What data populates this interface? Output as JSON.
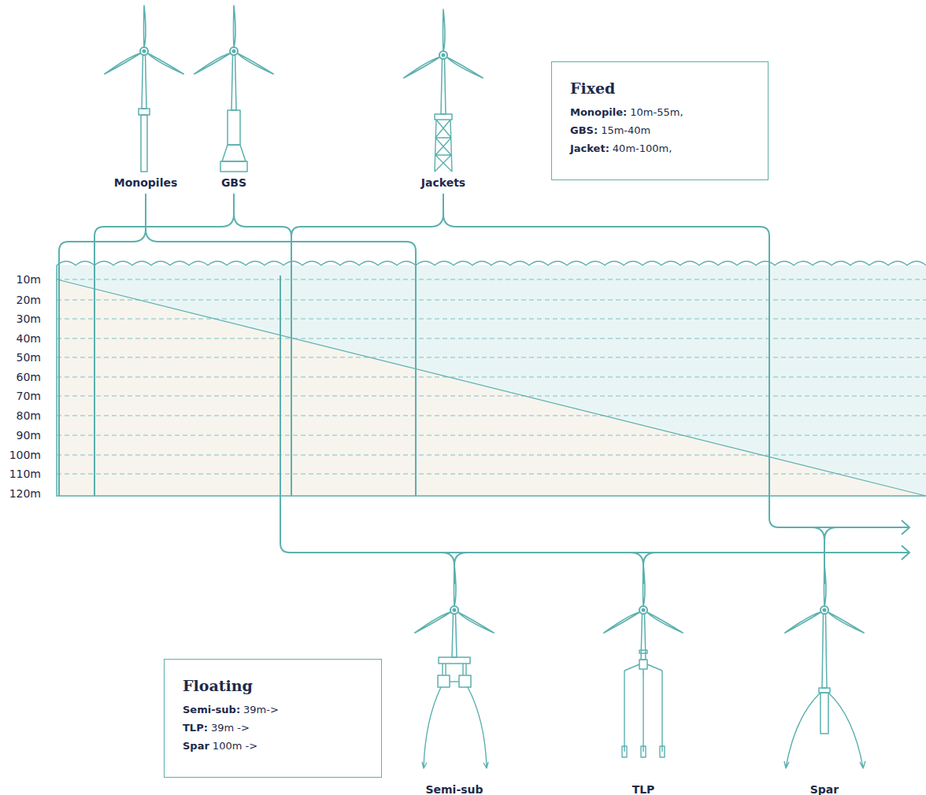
{
  "diagram": {
    "nodes": [
      {
        "text": [
          "Fixed",
          "Monopile:",
          "10m-55m,",
          "GBS:",
          "15m-40m",
          "Jacket:",
          "40m-100m,"
        ]
      },
      {
        "text": [
          "Floating",
          "Semi-sub:",
          "39m->",
          "TLP:",
          "39m ->",
          "Spar",
          "100m ->"
        ]
      }
    ],
    "labels": [
      "Monopiles",
      "GBS",
      "Jackets",
      "10m",
      "20m",
      "30m",
      "40m",
      "50m",
      "60m",
      "70m",
      "80m",
      "90m",
      "100m",
      "110m",
      "120m",
      "Semi-sub",
      "TLP",
      "Spar"
    ]
  }
}
